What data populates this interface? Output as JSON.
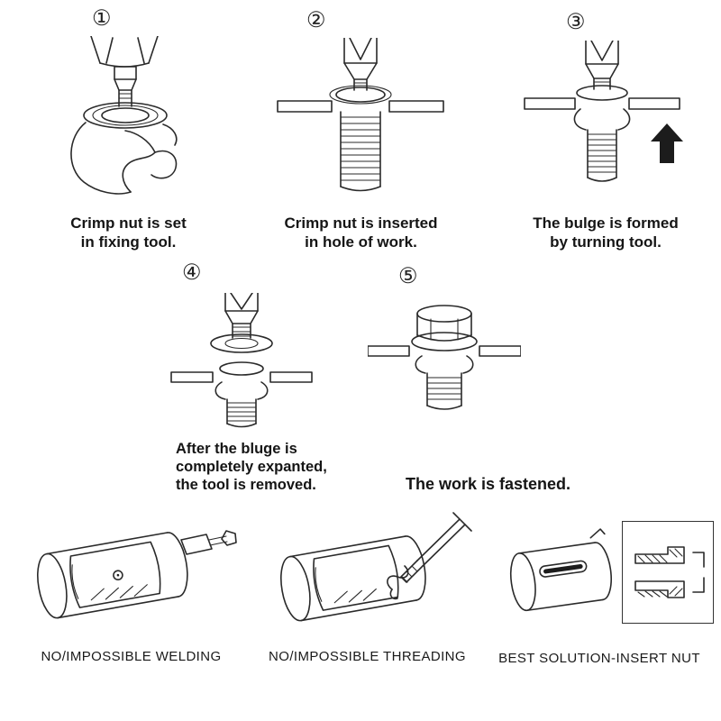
{
  "title": "Crimp nut installation instructions",
  "colors": {
    "ink": "#1a1a1a",
    "background": "#ffffff"
  },
  "steps": [
    {
      "number": "①",
      "caption_lines": [
        "Crimp nut is set",
        "in fixing tool."
      ]
    },
    {
      "number": "②",
      "caption_lines": [
        "Crimp nut is inserted",
        "in hole of work."
      ]
    },
    {
      "number": "③",
      "caption_lines": [
        "The bulge is formed",
        "by turning tool."
      ]
    },
    {
      "number": "④",
      "caption_lines": [
        "After the bluge is",
        "completely expanted,",
        "the tool is removed."
      ]
    },
    {
      "number": "⑤",
      "caption_lines": [
        "The work is fastened."
      ]
    }
  ],
  "bottom_labels": [
    "NO/IMPOSSIBLE WELDING",
    "NO/IMPOSSIBLE THREADING",
    "BEST SOLUTION-INSERT NUT"
  ],
  "icons": {
    "up_arrow": "solid black arrow pointing up (bulge forming direction)"
  }
}
